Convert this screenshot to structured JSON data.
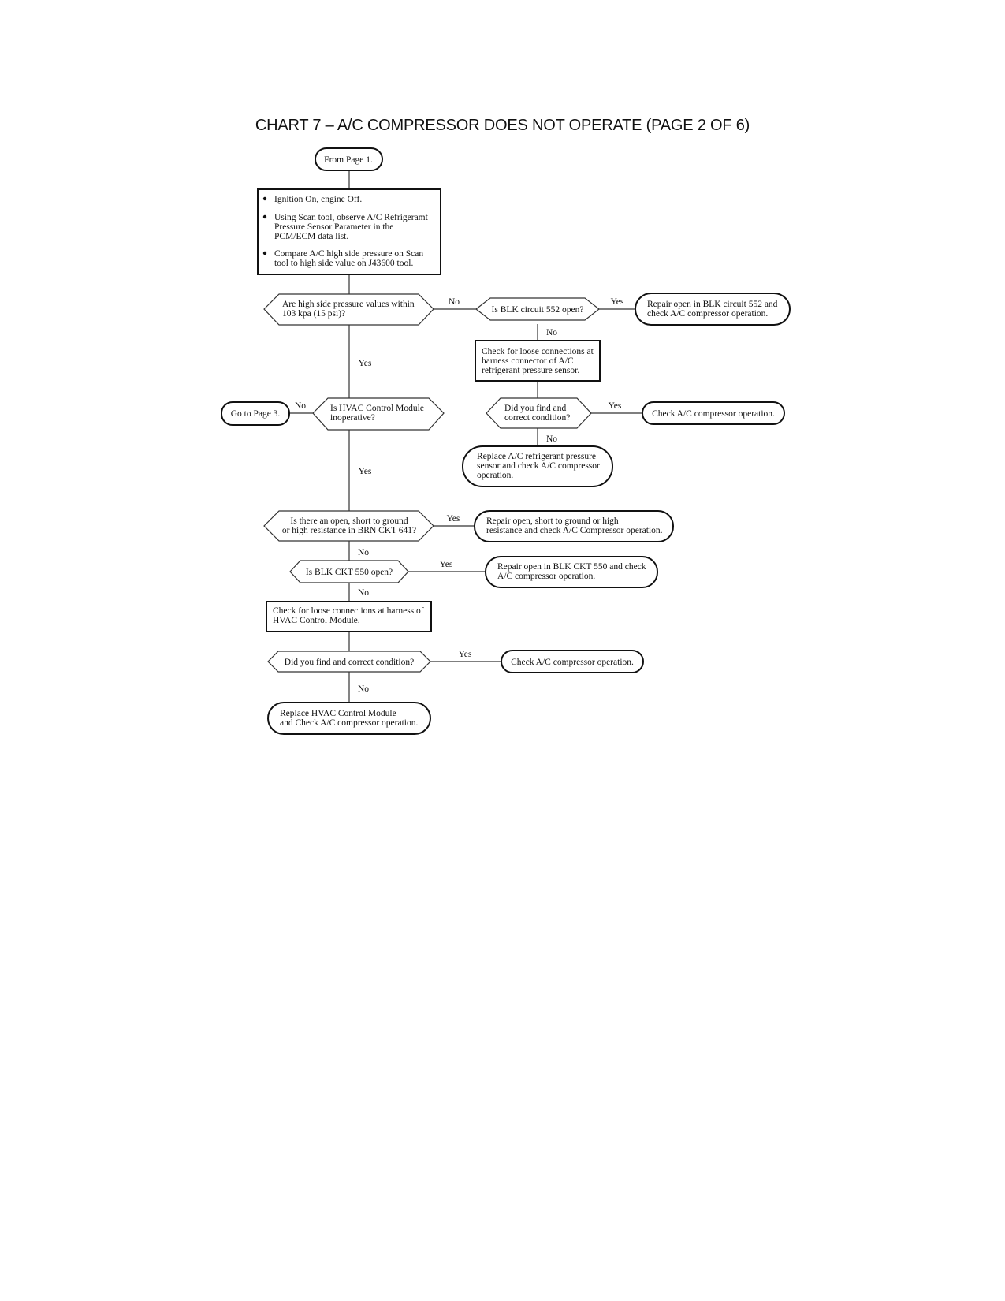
{
  "title": "CHART 7 – A/C COMPRESSOR DOES NOT OPERATE (PAGE 2 OF 6)",
  "nodes": {
    "from_page": [
      "From Page 1."
    ],
    "check_steps": {
      "b1": [
        "Ignition On, engine Off."
      ],
      "b2": [
        "Using Scan tool, observe A/C Refrigeramt",
        "Pressure Sensor Parameter in the",
        "PCM/ECM data list."
      ],
      "b3": [
        "Compare A/C high side pressure on Scan",
        "tool to high side value on J43600 tool."
      ]
    },
    "q_pressure": [
      "Are high side pressure values within",
      "103 kpa (15 psi)?"
    ],
    "q_blk552": [
      "Is BLK circuit 552 open?"
    ],
    "repair_blk552": [
      "Repair open in BLK circuit 552 and",
      "check A/C compressor operation."
    ],
    "check_loose_sensor": [
      "Check for loose connections at",
      "harness connector of A/C",
      "refrigerant pressure sensor."
    ],
    "q_found1": [
      "Did you find and",
      "correct condition?"
    ],
    "check_ac1": [
      "Check A/C compressor operation."
    ],
    "replace_sensor": [
      "Replace A/C refrigerant pressure",
      "sensor and check A/C compressor",
      "operation."
    ],
    "go_page3": [
      "Go to Page 3."
    ],
    "q_hvac_inop": [
      "Is HVAC Control Module",
      "inoperative?"
    ],
    "q_brn641": [
      "Is there an open, short to ground",
      "or high resistance in BRN CKT 641?"
    ],
    "repair_brn641": [
      "Repair open, short to ground or high",
      "resistance and check A/C Compressor operation."
    ],
    "q_blk550": [
      "Is BLK CKT 550 open?"
    ],
    "repair_blk550": [
      "Repair open in BLK CKT 550 and check",
      "A/C compressor operation."
    ],
    "check_loose_hvac": [
      "Check for loose connections at harness of",
      "HVAC Control Module."
    ],
    "q_found2": [
      "Did you find and correct condition?"
    ],
    "check_ac2": [
      "Check A/C compressor operation."
    ],
    "replace_hvac": [
      "Replace HVAC Control Module",
      "and Check A/C compressor operation."
    ]
  },
  "edge_labels": {
    "pressure_no": "No",
    "blk552_yes": "Yes",
    "blk552_no": "No",
    "pressure_yes": "Yes",
    "found1_yes": "Yes",
    "found1_no": "No",
    "hvac_no": "No",
    "hvac_yes": "Yes",
    "brn641_yes": "Yes",
    "brn641_no": "No",
    "blk550_yes": "Yes",
    "blk550_no": "No",
    "found2_yes": "Yes",
    "found2_no": "No"
  }
}
